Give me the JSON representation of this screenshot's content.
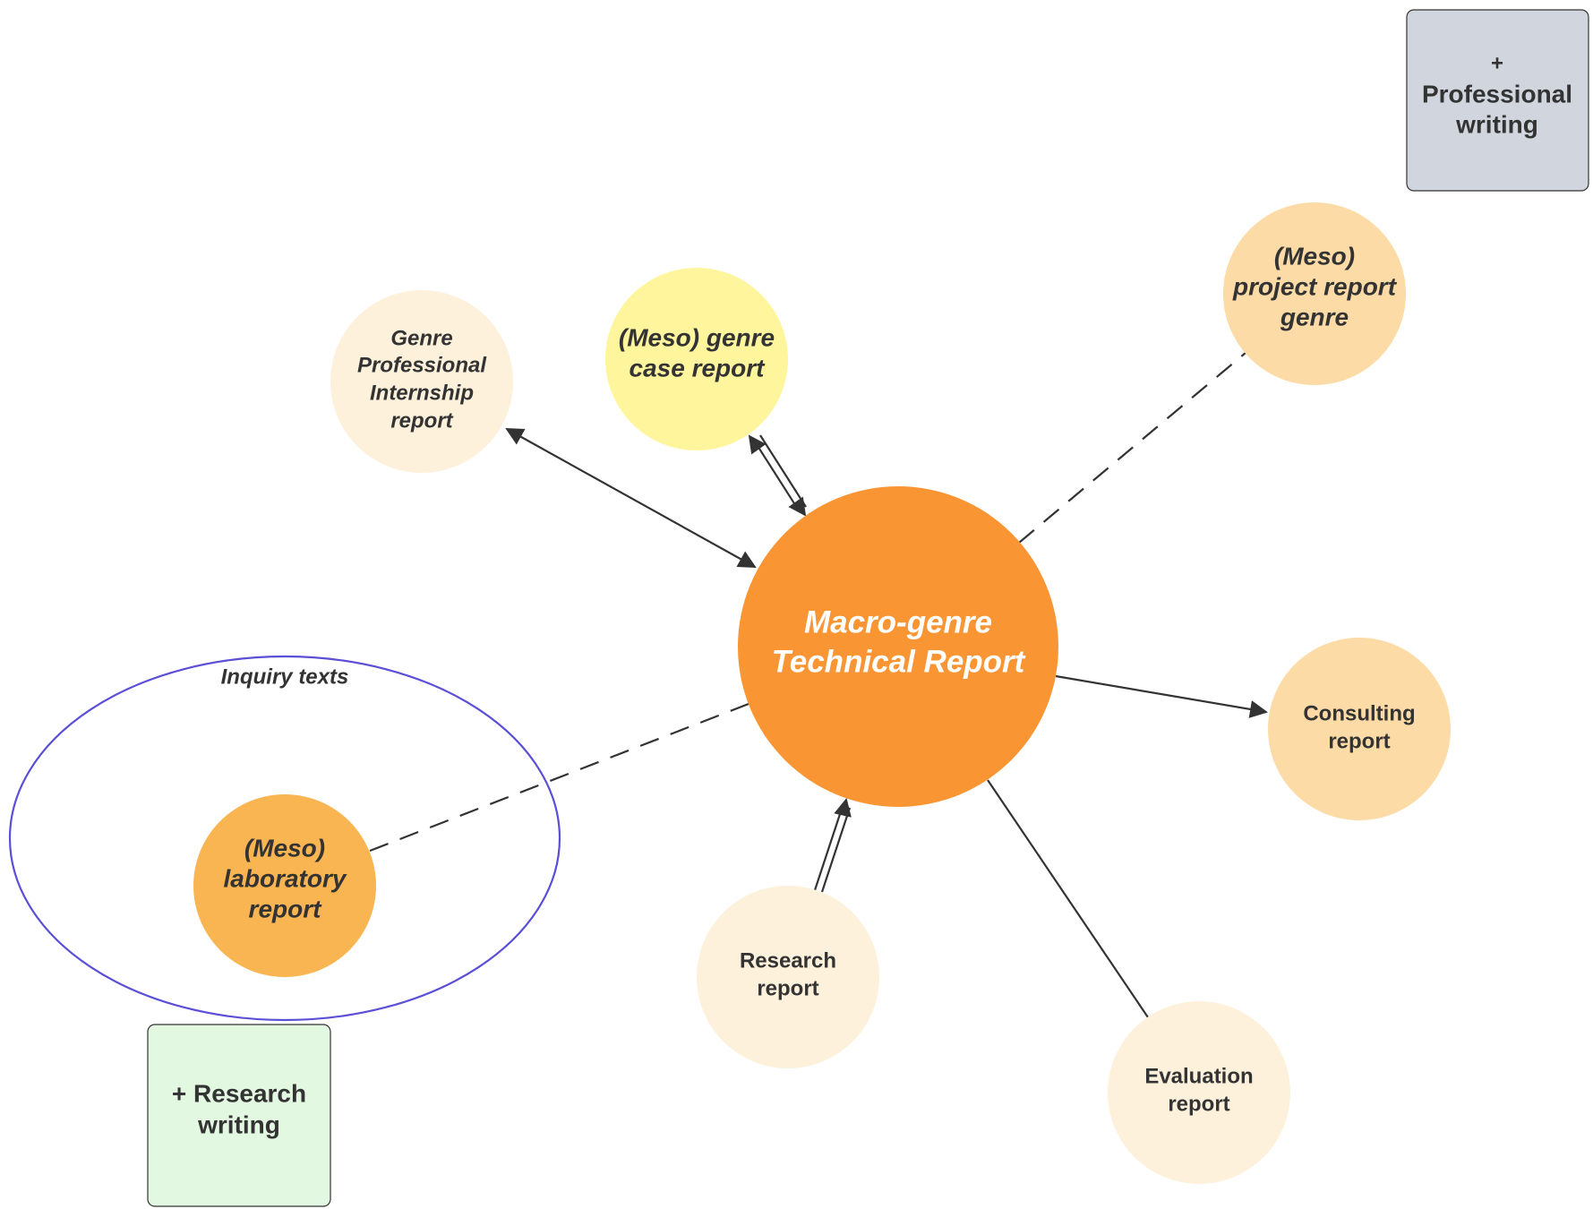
{
  "center": {
    "line1": "Macro-genre",
    "line2": "Technical Report",
    "color": "#F99533"
  },
  "nodes": {
    "internship": {
      "lines": [
        "Genre",
        "Professional",
        "Internship",
        "report"
      ],
      "color": "#FDF1DC"
    },
    "case": {
      "lines": [
        "(Meso) genre",
        "case report"
      ],
      "color": "#FFF59D"
    },
    "project": {
      "lines": [
        "(Meso)",
        "project report",
        "genre"
      ],
      "color": "#FCDBA6"
    },
    "consulting": {
      "lines": [
        "Consulting",
        "report"
      ],
      "color": "#FCDBA6"
    },
    "evaluation": {
      "lines": [
        "Evaluation",
        "report"
      ],
      "color": "#FDF1DC"
    },
    "research": {
      "lines": [
        "Research",
        "report"
      ],
      "color": "#FDF1DC"
    },
    "laboratory": {
      "lines": [
        "(Meso)",
        "laboratory",
        "report"
      ],
      "color": "#F8B552"
    }
  },
  "inquiry_label": "Inquiry texts",
  "inquiry_color": "#5B4FD6",
  "professional_box": {
    "lines": [
      "+",
      "Professional",
      "writing"
    ],
    "color": "#D1D6DE"
  },
  "research_box": {
    "lines": [
      "+ Research",
      "writing"
    ],
    "color": "#E2F8E1"
  }
}
